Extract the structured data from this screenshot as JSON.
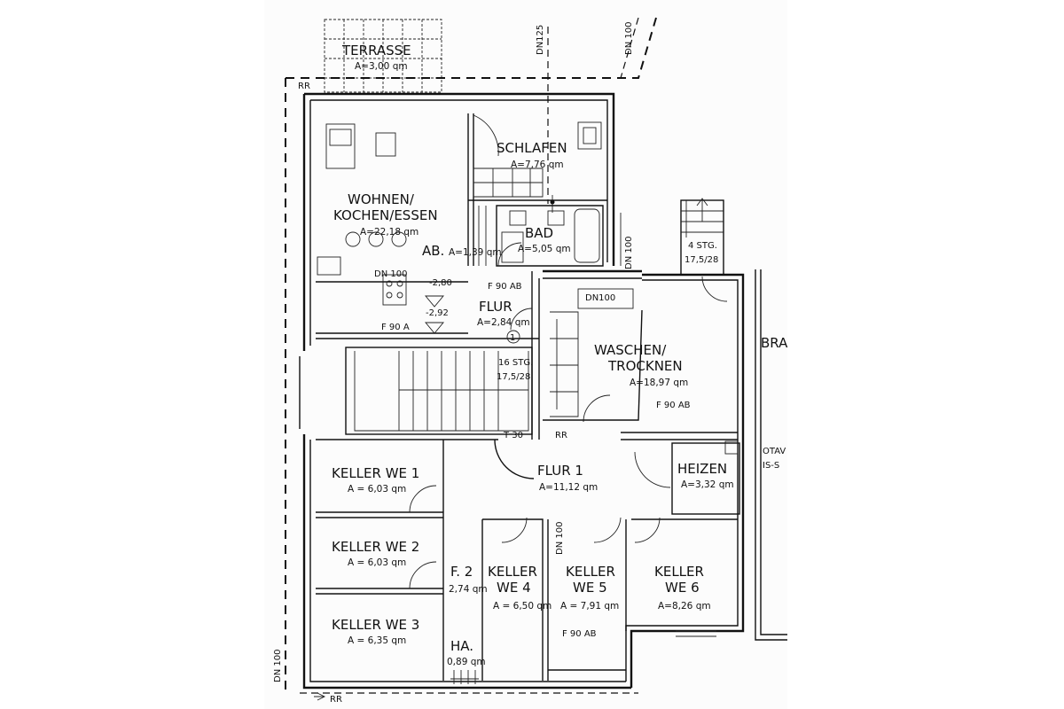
{
  "rooms": [
    {
      "key": "terrasse",
      "name": "TERRASSE",
      "area": "A=3,00 qm"
    },
    {
      "key": "schlafen",
      "name": "SCHLAFEN",
      "area": "A=7,76 qm"
    },
    {
      "key": "wohnen",
      "name_line1": "WOHNEN/",
      "name_line2": "KOCHEN/ESSEN",
      "area": "A=22,18 qm"
    },
    {
      "key": "bad",
      "name": "BAD",
      "area": "A=5,05 qm"
    },
    {
      "key": "ab",
      "name": "AB.",
      "area": "A=1,39 qm"
    },
    {
      "key": "flur",
      "name": "FLUR",
      "area": "A=2,84 qm"
    },
    {
      "key": "waschen",
      "name_line1": "WASCHEN/",
      "name_line2": "TROCKNEN",
      "area": "A=18,97 qm"
    },
    {
      "key": "heizen",
      "name": "HEIZEN",
      "area": "A=3,32 qm"
    },
    {
      "key": "flur1",
      "name": "FLUR 1",
      "area": "A=11,12 qm"
    },
    {
      "key": "keller1",
      "name": "KELLER WE 1",
      "area": "A = 6,03 qm"
    },
    {
      "key": "keller2",
      "name": "KELLER WE 2",
      "area": "A = 6,03 qm"
    },
    {
      "key": "keller3",
      "name": "KELLER WE 3",
      "area": "A = 6,35 qm"
    },
    {
      "key": "keller4",
      "name_line1": "KELLER",
      "name_line2": "WE 4",
      "area": "A = 6,50 qm"
    },
    {
      "key": "keller5",
      "name_line1": "KELLER",
      "name_line2": "WE 5",
      "area": "A = 7,91 qm"
    },
    {
      "key": "keller6",
      "name_line1": "KELLER",
      "name_line2": "WE 6",
      "area": "A=8,26 qm"
    },
    {
      "key": "f2",
      "name": "F. 2",
      "area": "2,74 qm"
    },
    {
      "key": "ha",
      "name": "HA.",
      "area": "0,89 qm"
    }
  ],
  "stairs": {
    "main_number": "1",
    "main_steps": "16 STG.",
    "main_ratio": "17,5/28",
    "side_steps": "4 STG.",
    "side_ratio": "17,5/28"
  },
  "annotations": {
    "dn125": "DN125",
    "dn100_top": "DN 100",
    "dn100_bad": "DN 100",
    "dn100_kitchen": "DN 100",
    "dn100_wash": "DN100",
    "dn100_flur1": "DN 100",
    "dn100_left": "DN 100",
    "rr_top": "RR",
    "rr_mid": "RR",
    "rr_bottom": "RR",
    "f90ab_flur": "F 90 AB",
    "f90a_kitchen": "F 90 A",
    "f90ab_wash": "F 90 AB",
    "f90ab_keller": "F 90 AB",
    "t30": "T 30",
    "level1": "-2,80",
    "level2": "-2,92",
    "bra": "BRA",
    "otav": "OTAV",
    "iss": "IS-S"
  },
  "colors": {
    "ink": "#111111",
    "paper": "#fcfcfc"
  }
}
